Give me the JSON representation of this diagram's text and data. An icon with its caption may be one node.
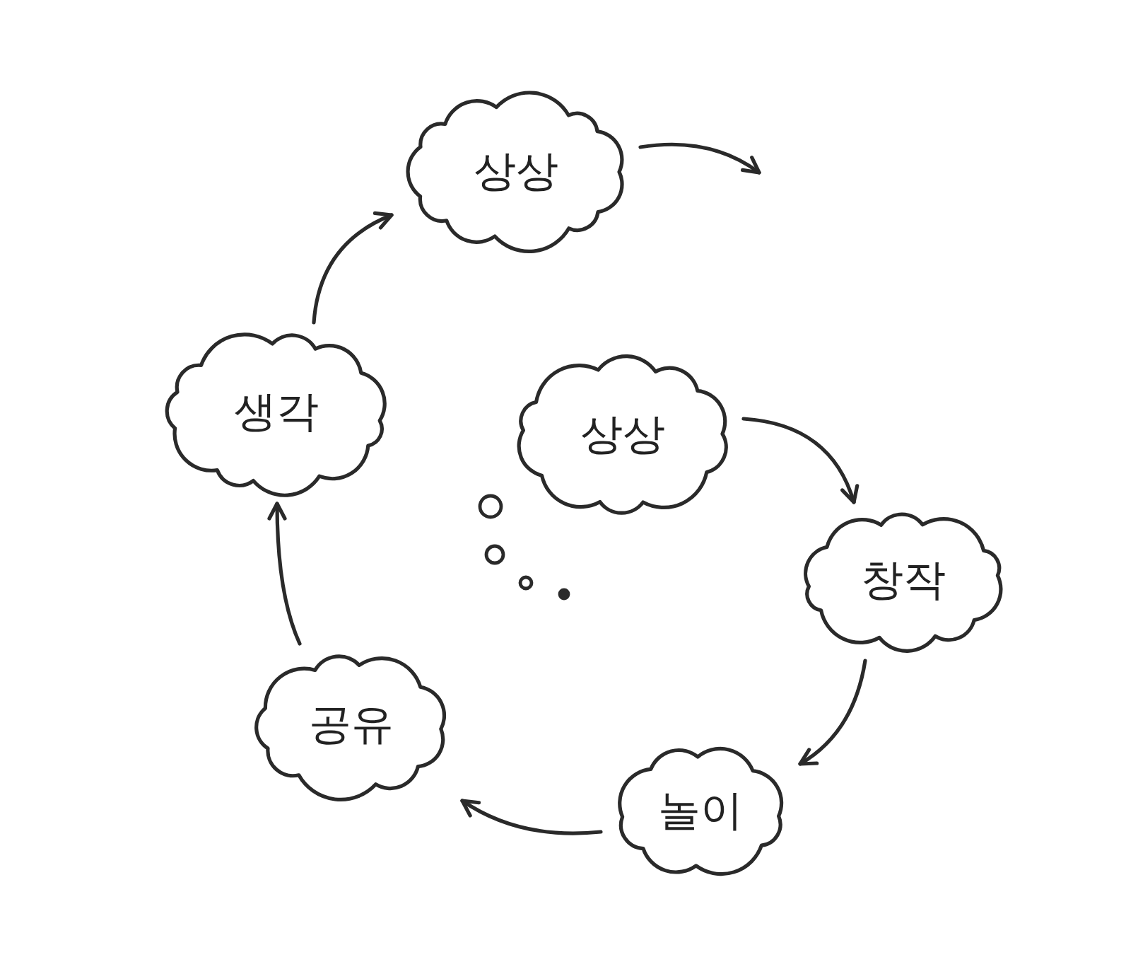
{
  "diagram": {
    "nodes": [
      {
        "text": [
          "상상"
        ]
      },
      {
        "text": [
          "생각"
        ]
      },
      {
        "text": [
          "상상"
        ]
      },
      {
        "text": [
          "창작"
        ]
      },
      {
        "text": [
          "공유"
        ]
      },
      {
        "text": [
          "놀이"
        ]
      }
    ],
    "edges": [
      {
        "from": 1,
        "to": 0,
        "arrow": "to"
      },
      {
        "from": 0,
        "to": null,
        "arrow": "to"
      },
      {
        "from": 2,
        "to": 3,
        "arrow": "to"
      },
      {
        "from": 3,
        "to": 5,
        "arrow": "to"
      },
      {
        "from": 5,
        "to": 4,
        "arrow": "to"
      },
      {
        "from": 4,
        "to": 1,
        "arrow": "to"
      }
    ]
  }
}
